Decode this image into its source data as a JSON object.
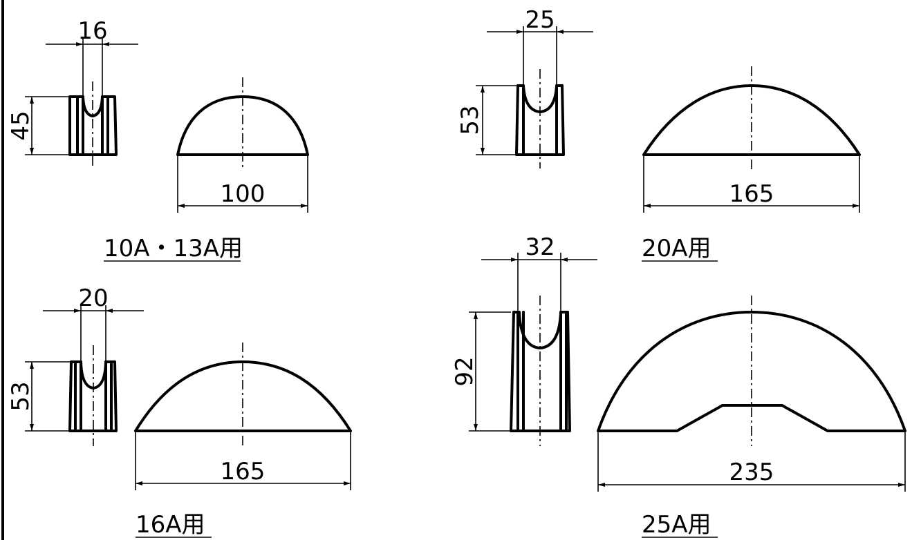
{
  "drawings": {
    "a": {
      "width_dim": "16",
      "height_dim": "45",
      "length_dim": "100",
      "caption": "10A・13A用"
    },
    "b": {
      "width_dim": "25",
      "height_dim": "53",
      "length_dim": "165",
      "caption": "20A用"
    },
    "c": {
      "width_dim": "20",
      "height_dim": "53",
      "length_dim": "165",
      "caption": "16A用"
    },
    "d": {
      "width_dim": "32",
      "height_dim": "92",
      "length_dim": "235",
      "caption": "25A用"
    }
  }
}
